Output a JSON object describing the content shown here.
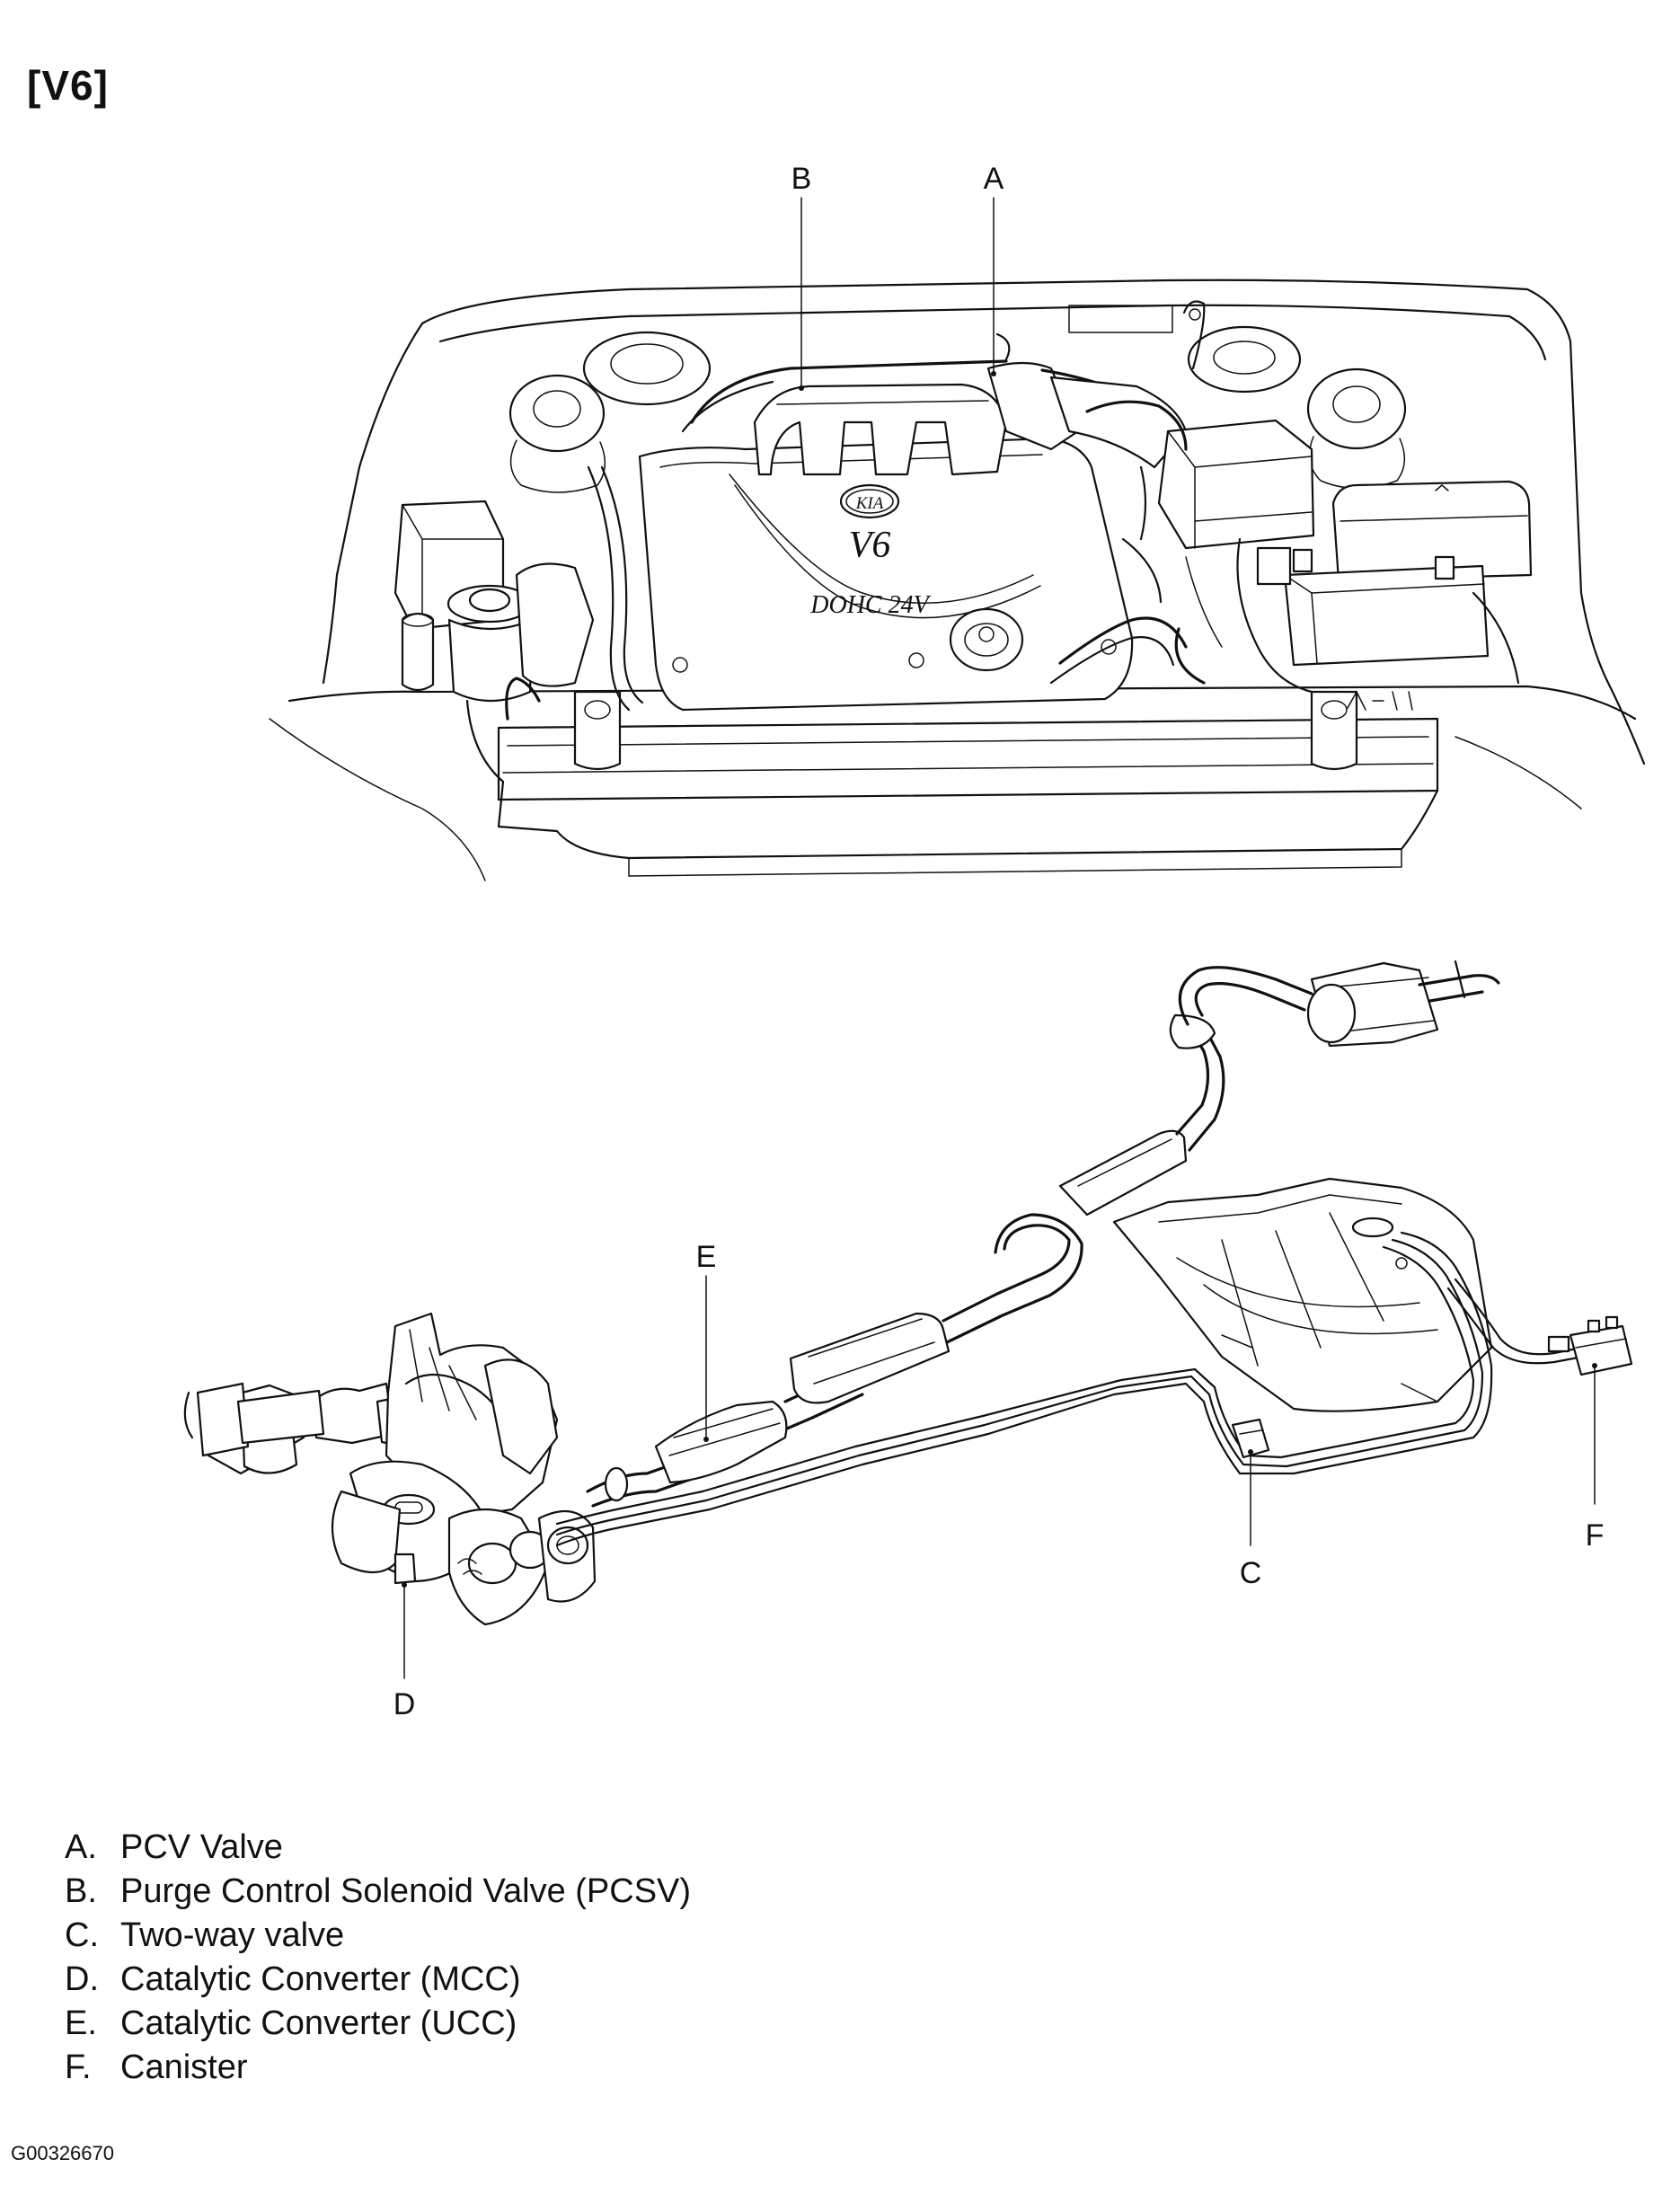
{
  "page_title": "[V6]",
  "callouts": {
    "a": "A",
    "b": "B",
    "c": "C",
    "d": "D",
    "e": "E",
    "f": "F"
  },
  "engine_cover": {
    "badge": "KIA",
    "model": "V6",
    "spec": "DOHC 24V"
  },
  "legend": [
    {
      "key": "A.",
      "text": "PCV Valve"
    },
    {
      "key": "B.",
      "text": "Purge Control Solenoid Valve (PCSV)"
    },
    {
      "key": "C.",
      "text": "Two-way valve"
    },
    {
      "key": "D.",
      "text": "Catalytic Converter (MCC)"
    },
    {
      "key": "E.",
      "text": "Catalytic Converter (UCC)"
    },
    {
      "key": "F.",
      "text": "Canister"
    }
  ],
  "figure_id": "G00326670"
}
